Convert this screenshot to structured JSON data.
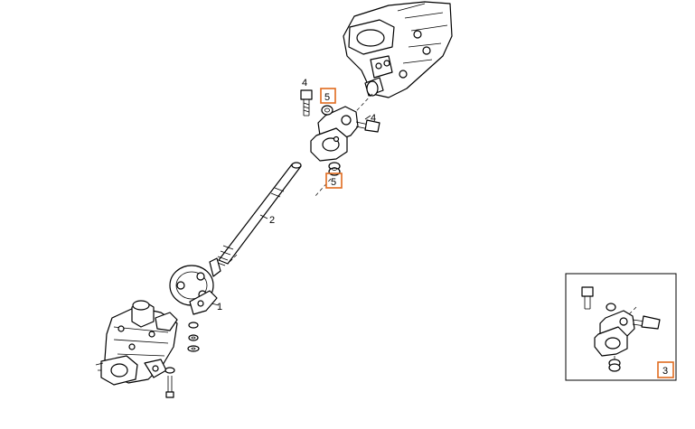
{
  "callouts": {
    "part_1": "1",
    "part_2": "2",
    "part_3": "3",
    "part_4_top": "4",
    "part_4_right": "4",
    "part_5_top": "5",
    "part_5_bottom": "5"
  },
  "colors": {
    "highlight_box": "#e06a1e",
    "line": "#000000",
    "background": "#ffffff"
  }
}
